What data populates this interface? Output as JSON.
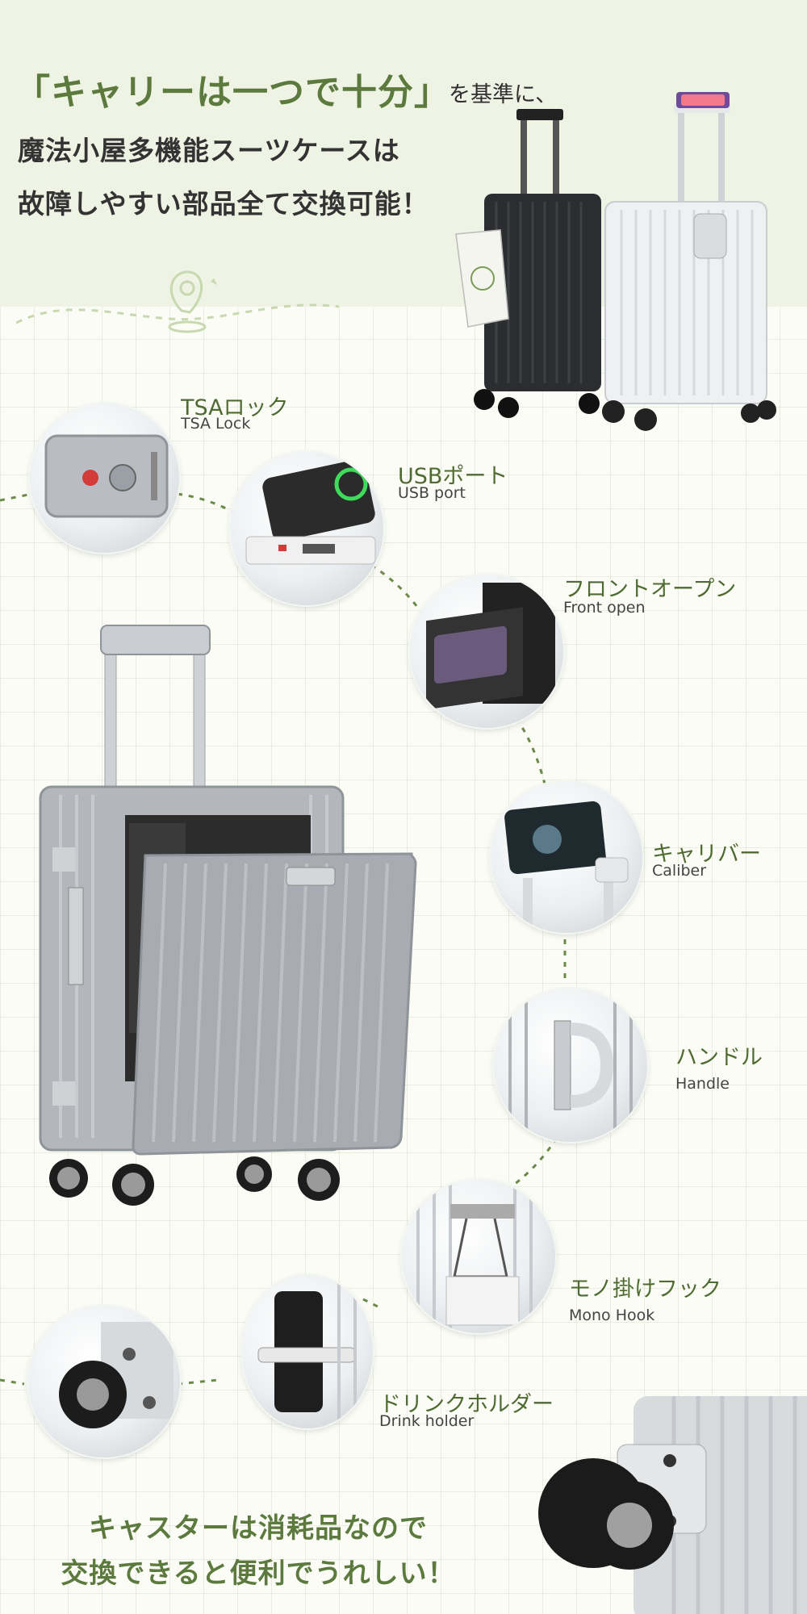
{
  "header": {
    "headline": "「キャリーは一つで十分」",
    "headline_suffix": "を基準に、",
    "line2": "魔法小屋多機能スーツケースは",
    "line3": "故障しやすい部品全て交換可能！"
  },
  "features": [
    {
      "jp": "TSAロック",
      "en": "TSA Lock"
    },
    {
      "jp": "USBポート",
      "en": "USB port"
    },
    {
      "jp": "フロントオープン",
      "en": "Front open"
    },
    {
      "jp": "キャリバー",
      "en": "Caliber"
    },
    {
      "jp": "ハンドル",
      "en": "Handle"
    },
    {
      "jp": "モノ掛けフック",
      "en": "Mono Hook"
    },
    {
      "jp": "ドリンクホルダー",
      "en": "Drink holder"
    }
  ],
  "footer": {
    "line1": "キャスターは消耗品なので",
    "line2": "交換できると便利でうれしい！"
  },
  "colors": {
    "accent_green": "#5c7a3e",
    "feature_green": "#4f6b32",
    "top_band": "#eef3e4",
    "suitcase_silver": "#b3b7bc",
    "suitcase_black": "#2b2d30"
  }
}
